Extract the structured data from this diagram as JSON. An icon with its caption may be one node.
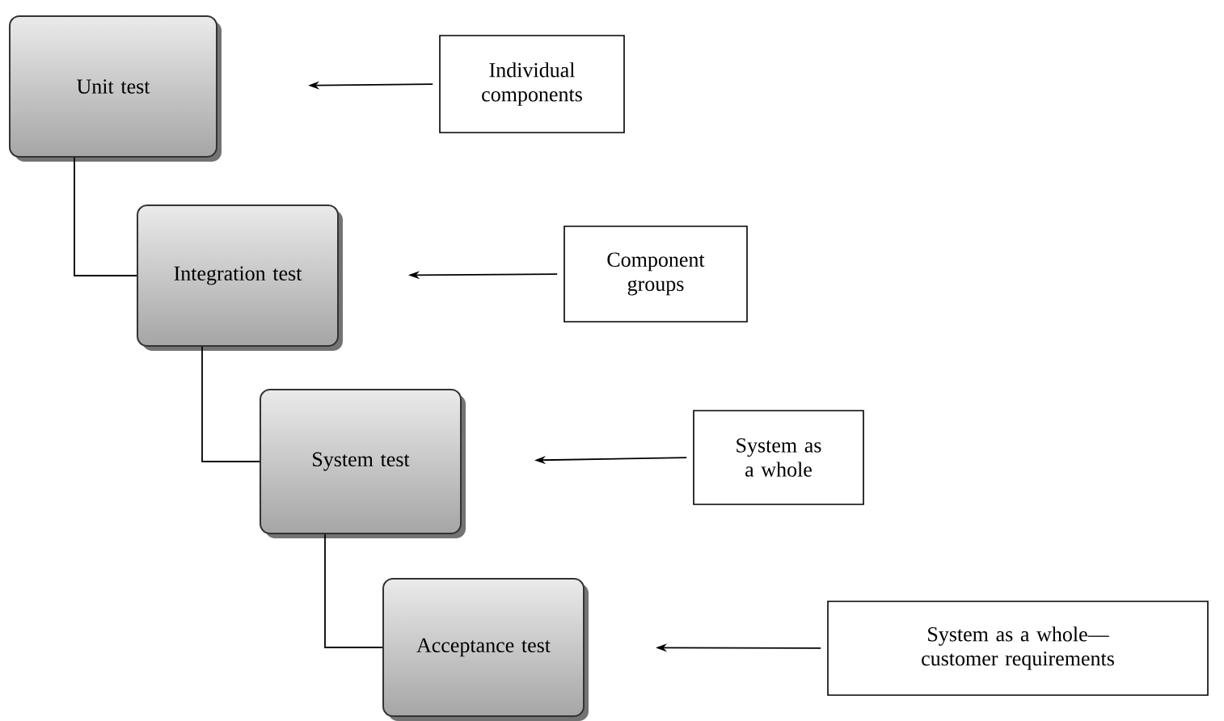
{
  "diagram": {
    "nodes": [
      {
        "text": [
          "Unit test"
        ]
      },
      {
        "text": [
          "Individual components"
        ]
      },
      {
        "text": [
          "Integration test"
        ]
      },
      {
        "text": [
          "Component groups"
        ]
      },
      {
        "text": [
          "System test"
        ]
      },
      {
        "text": [
          "System as a whole"
        ]
      },
      {
        "text": [
          "Acceptance test"
        ]
      },
      {
        "text": [
          "System as a whole— customer requirements"
        ]
      }
    ],
    "edges": [
      {
        "from": 1,
        "to": 0,
        "arrow": "to"
      },
      {
        "from": 0,
        "to": 2,
        "arrow": "none"
      },
      {
        "from": 3,
        "to": 2,
        "arrow": "to"
      },
      {
        "from": 2,
        "to": 4,
        "arrow": "none"
      },
      {
        "from": 5,
        "to": 4,
        "arrow": "to"
      },
      {
        "from": 4,
        "to": 6,
        "arrow": "none"
      },
      {
        "from": 7,
        "to": 6,
        "arrow": "to"
      }
    ]
  }
}
